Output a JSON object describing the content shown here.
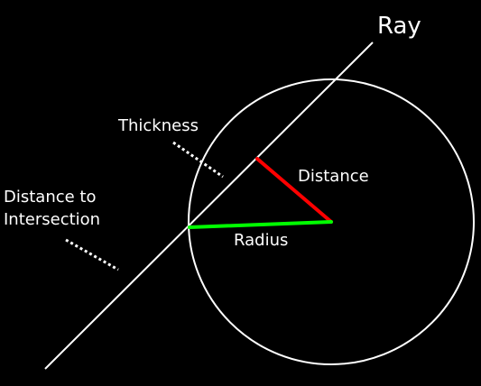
{
  "labels": {
    "ray": "Ray",
    "thickness": "Thickness",
    "distance": "Distance",
    "distance_to_intersection_line1": "Distance to",
    "distance_to_intersection_line2": "Intersection",
    "radius": "Radius"
  },
  "colors": {
    "background": "#000000",
    "ray": "#ffffff",
    "circle": "#ffffff",
    "distance_segment": "#ff0000",
    "radius_segment": "#00ff00",
    "pointer_lines": "#ffffff",
    "text": "#ffffff"
  }
}
